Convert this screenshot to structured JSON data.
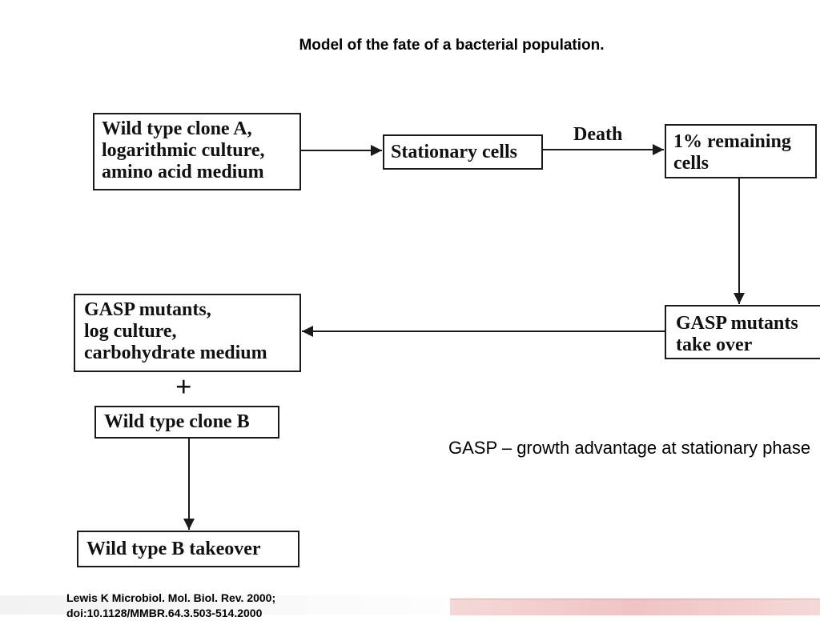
{
  "title": "Model of the fate of a bacterial population.",
  "boxes": {
    "wild_type_a": [
      "Wild type clone A,",
      "logarithmic culture,",
      "amino acid medium"
    ],
    "stationary": [
      "Stationary cells"
    ],
    "remaining": [
      "1% remaining",
      "cells"
    ],
    "gasp_takeover": [
      "GASP mutants",
      "take over"
    ],
    "gasp_log": [
      "GASP mutants,",
      "log culture,",
      "carbohydrate medium"
    ],
    "wild_type_b": [
      "Wild type clone B"
    ],
    "wild_type_b_takeover": [
      "Wild type B takeover"
    ]
  },
  "plus_sign": "+",
  "edge_labels": {
    "death": "Death"
  },
  "note": "GASP – growth advantage at stationary phase",
  "citation": [
    "Lewis K Microbiol. Mol. Biol. Rev. 2000;",
    "doi:10.1128/MMBR.64.3.503-514.2000"
  ],
  "colors": {
    "line": "#1a1a1a",
    "logo": "#c82828"
  }
}
